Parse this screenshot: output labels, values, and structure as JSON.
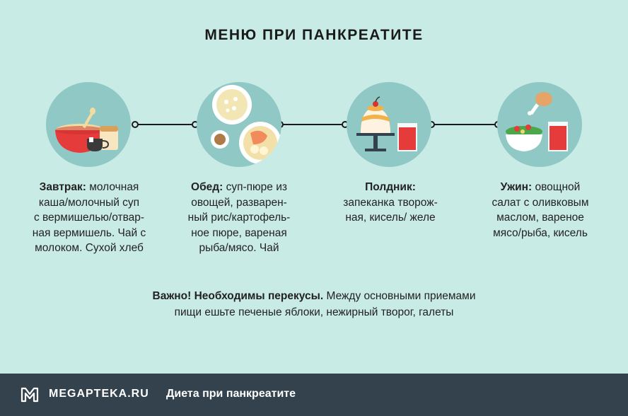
{
  "title": "МЕНЮ ПРИ ПАНКРЕАТИТЕ",
  "meals": [
    {
      "name": "Завтрак:",
      "text_line1": " молочная",
      "rest": [
        "каша/молочный суп",
        "с вермишелью/отвар-",
        "ная вермишель. Чай с",
        "молоком. Сухой хлеб"
      ]
    },
    {
      "name": "Обед:",
      "text_line1": " суп-пюре из",
      "rest": [
        "овощей, разварен-",
        "ный рис/картофель-",
        "ное пюре, вареная",
        "рыба/мясо. Чай"
      ]
    },
    {
      "name": "Полдник:",
      "text_line1": "",
      "rest": [
        "запеканка творож-",
        "ная, кисель/ желе"
      ]
    },
    {
      "name": "Ужин:",
      "text_line1": " овощной",
      "rest": [
        "салат с оливковым",
        "маслом, вареное",
        "мясо/рыба, кисель"
      ]
    }
  ],
  "note": {
    "bold": "Важно! Необходимы перекусы.",
    "line1": " Между основными приемами",
    "line2": "пищи ешьте печеные яблоки, нежирный творог, галеты"
  },
  "footer": {
    "logo": "MEGAPTEKA.RU",
    "subtitle": "Диета при панкреатите"
  },
  "colors": {
    "background": "#c9ebe6",
    "circle": "#8fc8c4",
    "footer": "#34424e",
    "accent_red": "#e53b3b"
  },
  "icons": [
    "porridge-bowl-icon",
    "soup-plate-icon",
    "pudding-icon",
    "salad-icon"
  ]
}
